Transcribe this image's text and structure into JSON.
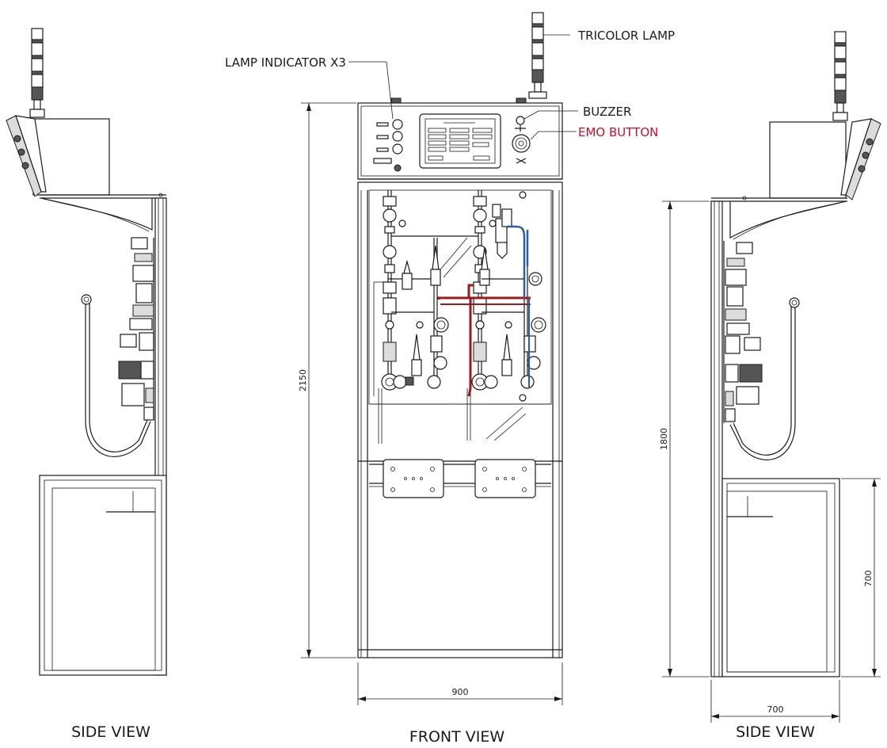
{
  "labels": {
    "tricolor_lamp": "TRICOLOR LAMP",
    "lamp_indicator": "LAMP INDICATOR X3",
    "buzzer": "BUZZER",
    "emo_button": "EMO BUTTON"
  },
  "views": {
    "side_left": "SIDE VIEW",
    "front": "FRONT VIEW",
    "side_right": "SIDE VIEW"
  },
  "dimensions": {
    "front_height": "2150",
    "front_width": "900",
    "side_height": "1800",
    "side_lower_height": "700",
    "side_depth": "700"
  },
  "colors": {
    "line": "#1a1a1a",
    "emo_label": "#c8102e",
    "pipe_red": "#9b1b1b",
    "pipe_blue": "#2a5caa"
  }
}
